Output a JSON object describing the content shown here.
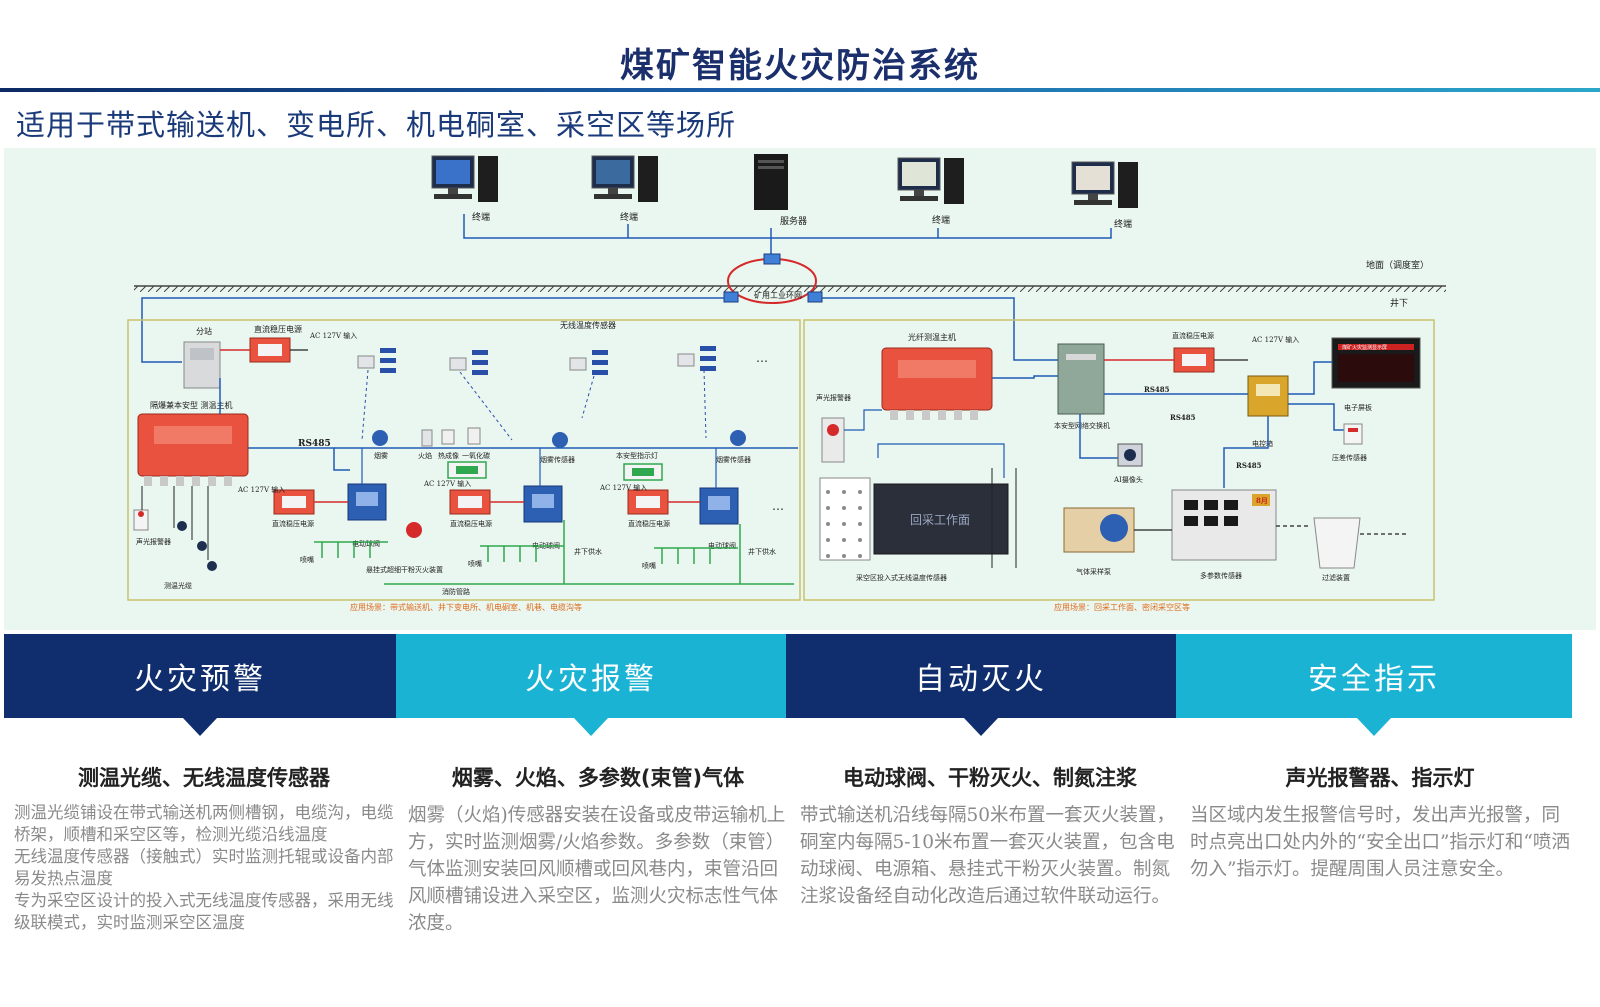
{
  "header": {
    "title": "煤矿智能火灾防治系统",
    "subtitle": "适用于带式输送机、变电所、机电硐室、采空区等场所"
  },
  "diagram": {
    "top": {
      "terminal_label": "终端",
      "server_label": "服务器",
      "ring_label": "矿用工业环网",
      "ground_label": "地面（调度室）",
      "underground_label": "井下"
    },
    "left": {
      "substation": "分站",
      "dc_power": "直流稳压电源",
      "ac_input": "AC 127V 输入",
      "wireless_sensor": "无线温度传感器",
      "host": "隔爆兼本安型 测温主机",
      "rs485": "RS485",
      "smoke": "烟雾",
      "flame": "火焰",
      "thermal": "热成像",
      "co": "一氧化碳",
      "smoke_sensor": "烟雾传感器",
      "indicator": "本安型指示灯",
      "ball_valve": "电动球阀",
      "dry_powder": "悬挂式超细干粉灭火装置",
      "fire_pipe": "消防管路",
      "sprinkler": "喷嘴",
      "water": "井下供水",
      "alarm": "声光报警器",
      "fiber": "测温光缆",
      "scene": "应用场景：带式输送机、井下变电所、机电硐室、机巷、电缆沟等"
    },
    "right": {
      "fiber_host": "光纤测温主机",
      "dc_power": "直流稳压电源",
      "ac_input": "AC 127V 输入",
      "switch": "本安型网络交换机",
      "alarm": "声光报警器",
      "rs485": "RS485",
      "panel": "电子屏板",
      "control_box": "电控箱",
      "pressure": "压差传感器",
      "camera": "AI摄像头",
      "work_face": "回采工作面",
      "gob_sensor": "采空区投入式无线温度传感器",
      "gas_pump": "气体采样泵",
      "multi_sensor": "多参数传感器",
      "filter": "过滤装置",
      "scene": "应用场景：回采工作面、密闭采空区等",
      "board_title": "煤矿火灾监测显示屏",
      "screen_text": "8月"
    }
  },
  "banners": [
    {
      "label": "火灾预警"
    },
    {
      "label": "火灾报警"
    },
    {
      "label": "自动灭火"
    },
    {
      "label": "安全指示"
    }
  ],
  "columns": [
    {
      "heading": "测温光缆、无线温度传感器",
      "lines": [
        "测温光缆铺设在带式输送机两侧槽钢，电缆沟，电缆桥架，顺槽和采空区等，检测光缆沿线温度",
        "无线温度传感器（接触式）实时监测托辊或设备内部易发热点温度",
        "专为采空区设计的投入式无线温度传感器，采用无线级联模式，实时监测采空区温度"
      ]
    },
    {
      "heading": "烟雾、火焰、多参数(束管)气体",
      "lines": [
        "烟雾（火焰)传感器安装在设备或皮带运输机上方，实时监测烟雾/火焰参数。多参数（束管）气体监测安装回风顺槽或回风巷内，束管沿回风顺槽铺设进入采空区，监测火灾标志性气体浓度。"
      ]
    },
    {
      "heading": "电动球阀、干粉灭火、制氮注浆",
      "lines": [
        "带式输送机沿线每隔50米布置一套灭火装置，硐室内每隔5-10米布置一套灭火装置，包含电动球阀、电源箱、悬挂式干粉灭火装置。制氮注浆设备经自动化改造后通过软件联动运行。"
      ]
    },
    {
      "heading": "声光报警器、指示灯",
      "lines": [
        "当区域内发生报警信号时，发出声光报警，同时点亮出口处内外的“安全出口”指示灯和“喷洒勿入”指示灯。提醒周围人员注意安全。"
      ]
    }
  ],
  "colors": {
    "dark_blue": "#102e6d",
    "cyan": "#1bb3d4",
    "device_red": "#e8523f",
    "device_blue": "#2d5fb3",
    "wire_blue": "#1f5bb5",
    "pipe_green": "#2fa84f",
    "frame_yellow": "#c9c26a"
  }
}
